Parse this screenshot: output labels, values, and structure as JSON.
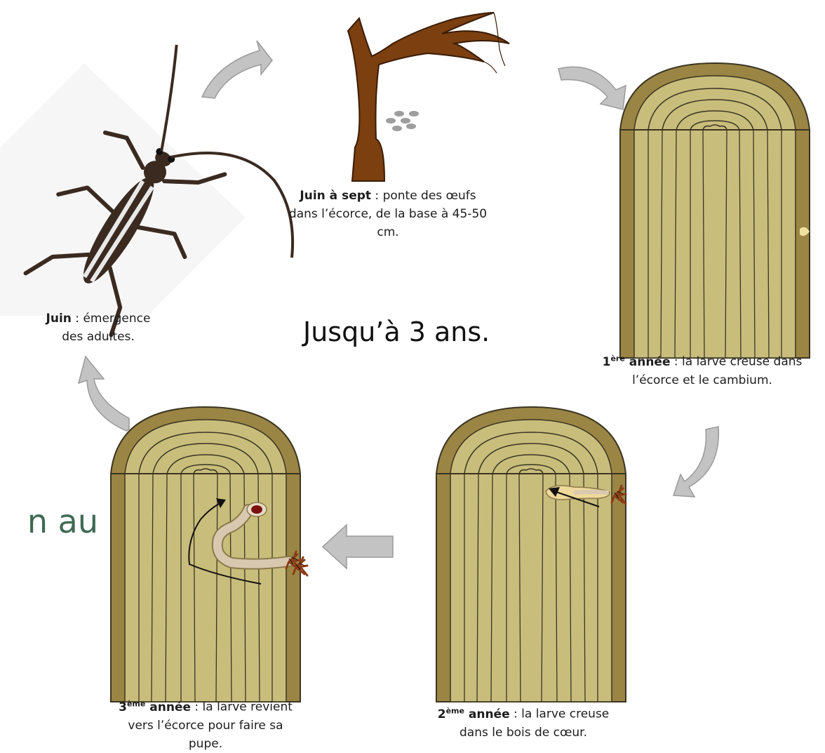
{
  "center_label": "Jusqu’à 3 ans.",
  "edge_text": "n au",
  "stages": {
    "egg_laying": {
      "bold": "Juin à sept",
      "text_1": " : ponte des œufs",
      "text_2": "dans l’écorce, de la base à 45-50",
      "text_3": "cm."
    },
    "year1": {
      "num": "1",
      "sup": "ère",
      "bold": " année",
      "text_1": " : la larve creuse dans",
      "text_2": "l’écorce et le cambium."
    },
    "year2": {
      "num": "2",
      "sup": "ème",
      "bold": " année",
      "text_1": " : la larve creuse",
      "text_2": "dans le bois de cœur."
    },
    "year3": {
      "num": "3",
      "sup": "ème",
      "bold": " année",
      "text_1": " : la larve revient",
      "text_2": "vers l’écorce pour faire sa",
      "text_3": "pupe."
    },
    "emergence": {
      "bold": "Juin",
      "text_1": " : émergence",
      "text_2": "des adultes."
    }
  },
  "colors": {
    "wood_face": "#c9bd7c",
    "wood_edge": "#9b8544",
    "trunk": "#7b3f10",
    "arrow": "#c3c3c3",
    "beetle": "#3a2a20"
  }
}
